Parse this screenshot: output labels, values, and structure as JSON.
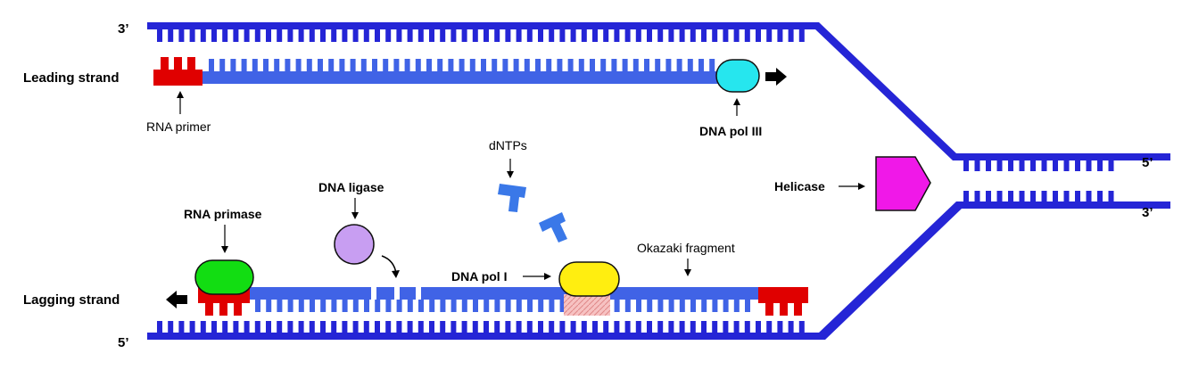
{
  "colors": {
    "dna": "#2525d6",
    "dna_new": "#4063e6",
    "primer": "#e00000",
    "pol3": "#26e6ee",
    "primase": "#12dd12",
    "ligase": "#c89ef2",
    "pol1": "#ffee10",
    "helicase": "#f018e8",
    "dntp": "#3a78e8",
    "okazaki_hatch": "#f4a4a4",
    "arrow": "#000000"
  },
  "labels": {
    "top_left_end": "3’",
    "bottom_left_end": "5’",
    "right_top_end": "5’",
    "right_bottom_end": "3’",
    "leading_strand": "Leading strand",
    "lagging_strand": "Lagging strand",
    "rna_primer": "RNA primer",
    "dna_pol_iii": "DNA pol III",
    "dntps": "dNTPs",
    "helicase": "Helicase",
    "dna_ligase": "DNA ligase",
    "rna_primase": "RNA primase",
    "dna_pol_i": "DNA pol I",
    "okazaki_fragment": "Okazaki fragment"
  },
  "icons": [
    "leading-direction-arrow-icon",
    "lagging-direction-arrow-icon",
    "pointer-arrow-icon",
    "curved-arrow-icon",
    "dntp-nucleotide-icon"
  ]
}
